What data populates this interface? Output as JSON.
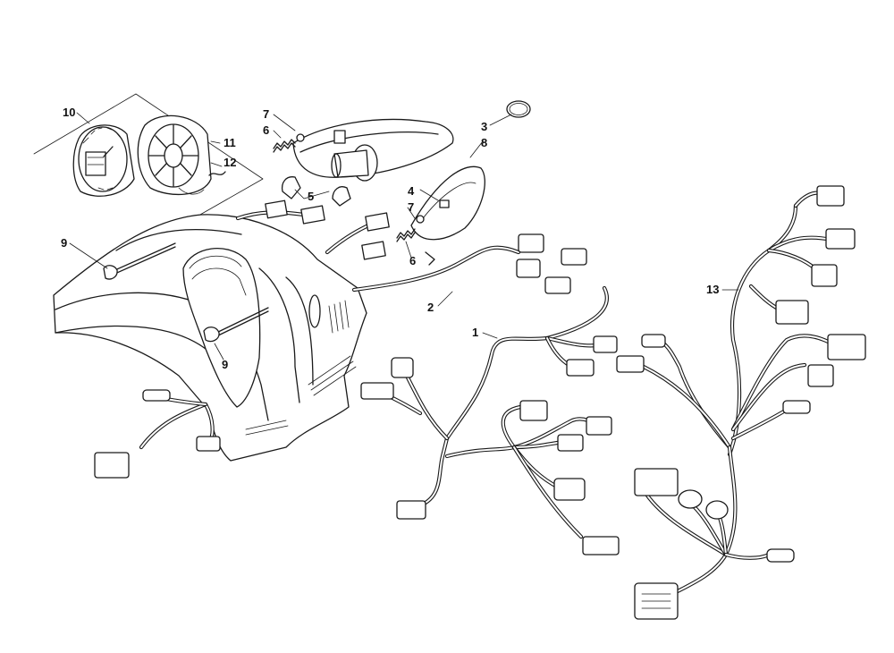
{
  "callouts": [
    {
      "id": "c10",
      "label": "10"
    },
    {
      "id": "c7a",
      "label": "7"
    },
    {
      "id": "c6a",
      "label": "6"
    },
    {
      "id": "c11",
      "label": "11"
    },
    {
      "id": "c12",
      "label": "12"
    },
    {
      "id": "c3",
      "label": "3"
    },
    {
      "id": "c8",
      "label": "8"
    },
    {
      "id": "c5",
      "label": "5"
    },
    {
      "id": "c4",
      "label": "4"
    },
    {
      "id": "c7b",
      "label": "7"
    },
    {
      "id": "c6b",
      "label": "6"
    },
    {
      "id": "c9a",
      "label": "9"
    },
    {
      "id": "c9b",
      "label": "9"
    },
    {
      "id": "c2",
      "label": "2"
    },
    {
      "id": "c1",
      "label": "1"
    },
    {
      "id": "c13",
      "label": "13"
    }
  ],
  "colors": {
    "line": "#1a1a1a",
    "background": "#ffffff"
  }
}
